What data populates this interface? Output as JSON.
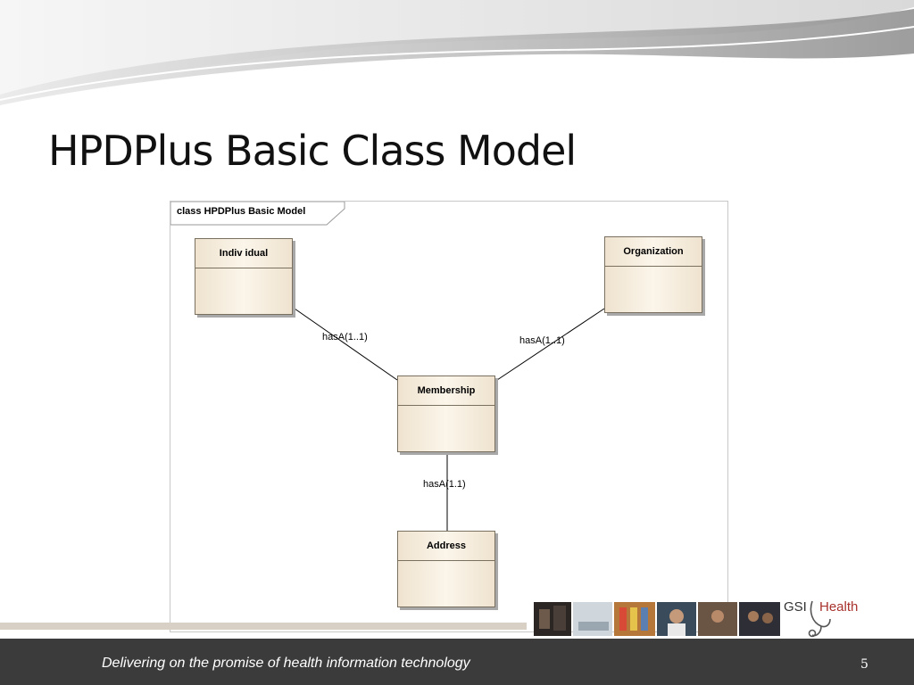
{
  "slide": {
    "title": "HPDPlus Basic Class Model",
    "footer_tagline": "Delivering on the promise of health information technology",
    "slide_number": "5",
    "logo": {
      "gsi": "GSI",
      "health": "Health"
    }
  },
  "diagram": {
    "frame_label": "class HPDPlus Basic Model",
    "classes": {
      "individual": "Indiv idual",
      "organization": "Organization",
      "membership": "Membership",
      "address": "Address"
    },
    "associations": {
      "individual_membership": "hasA(1..1)",
      "organization_membership": "hasA(1..1)",
      "membership_address": "hasA(1.1)"
    }
  },
  "colors": {
    "class_fill": "#f5ecdc",
    "class_border": "#7a7060",
    "footer_bg": "#3b3b3b",
    "logo_red": "#a8322d"
  }
}
